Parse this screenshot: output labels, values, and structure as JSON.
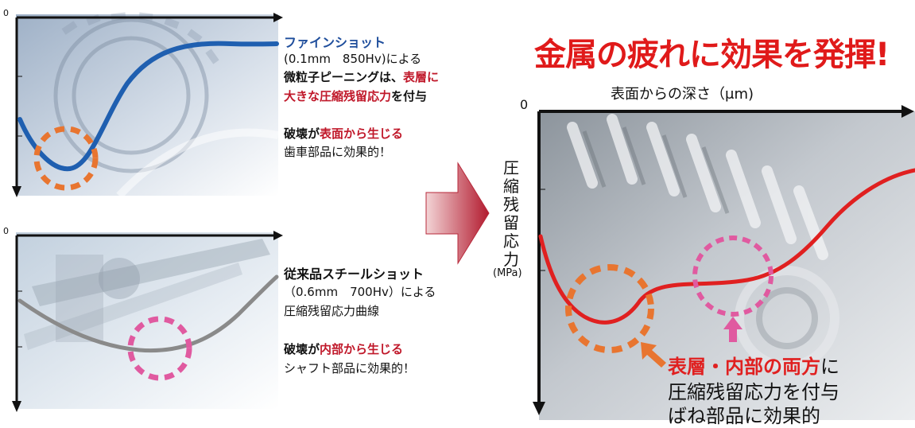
{
  "panel_fine": {
    "axis_zero": "0",
    "line1": "ファインショット",
    "line2": "(0.1mm　850Hv)による",
    "line3a": "微粒子ピーニングは、",
    "line3b": "表層に",
    "line4a": "大きな圧縮残留応力",
    "line4b": "を付与",
    "line5a": "破壊が",
    "line5b": "表面から生じる",
    "line6": "歯車部品に効果的！"
  },
  "panel_steel": {
    "axis_zero": "0",
    "line1": "従来品スチールショット",
    "line2": "（0.6mm　700Hv）による",
    "line3": "圧縮残留応力曲線",
    "line4a": "破壊が",
    "line4b": "内部から生じる",
    "line5": "シャフト部品に効果的！"
  },
  "main_panel": {
    "headline": "金属の疲れに効果を発揮!",
    "x_axis_label": "表面からの深さ（μm)",
    "axis_zero": "0",
    "y_axis_label": "圧縮残留応力",
    "y_axis_unit": "(MPa)",
    "callout_a": "表層・内部の両方",
    "callout_b": "に",
    "callout_line2": "圧縮残留応力を付与",
    "callout_line3": "ばね部品に効果的"
  },
  "colors": {
    "fine_curve": "#1f5fb0",
    "steel_curve": "#8a8a8a",
    "main_curve": "#e02020",
    "orange_circle": "#e87530",
    "pink_circle": "#e05aa0",
    "headline": "#e01a1a",
    "arrow": "#c8283a"
  },
  "icons": [
    "right-arrow-icon",
    "up-arrow-icon",
    "callout-arrow-icon"
  ]
}
